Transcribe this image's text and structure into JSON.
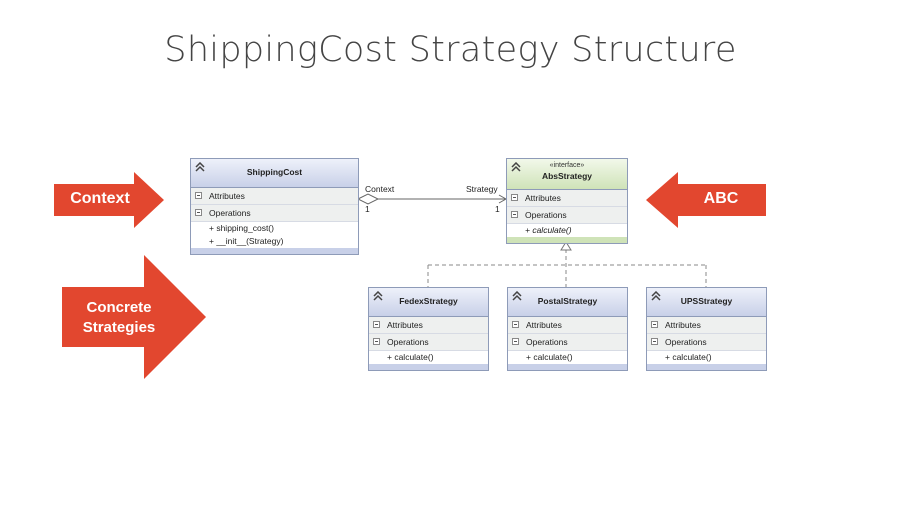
{
  "title": "ShippingCost Strategy Structure",
  "callouts": {
    "context": "Context",
    "abc": "ABC",
    "concrete": "Concrete Strategies"
  },
  "classes": {
    "shipping_cost": {
      "name": "ShippingCost",
      "attributes": "Attributes",
      "operations": "Operations",
      "ops": [
        "+ shipping_cost()",
        "+ __init__(Strategy)"
      ]
    },
    "abs_strategy": {
      "stereotype": "«interface»",
      "name": "AbsStrategy",
      "attributes": "Attributes",
      "operations": "Operations",
      "ops": [
        "+ calculate()"
      ]
    },
    "fedex": {
      "name": "FedexStrategy",
      "attributes": "Attributes",
      "operations": "Operations",
      "ops": [
        "+ calculate()"
      ]
    },
    "postal": {
      "name": "PostalStrategy",
      "attributes": "Attributes",
      "operations": "Operations",
      "ops": [
        "+ calculate()"
      ]
    },
    "ups": {
      "name": "UPSStrategy",
      "attributes": "Attributes",
      "operations": "Operations",
      "ops": [
        "+ calculate()"
      ]
    }
  },
  "association": {
    "source_role": "Context",
    "target_role": "Strategy",
    "source_mult": "1",
    "target_mult": "1"
  },
  "colors": {
    "callout": "#e2472f",
    "class_header": "#c8d0e8",
    "interface_header": "#cfe3b8",
    "border": "#8e9bb8"
  }
}
